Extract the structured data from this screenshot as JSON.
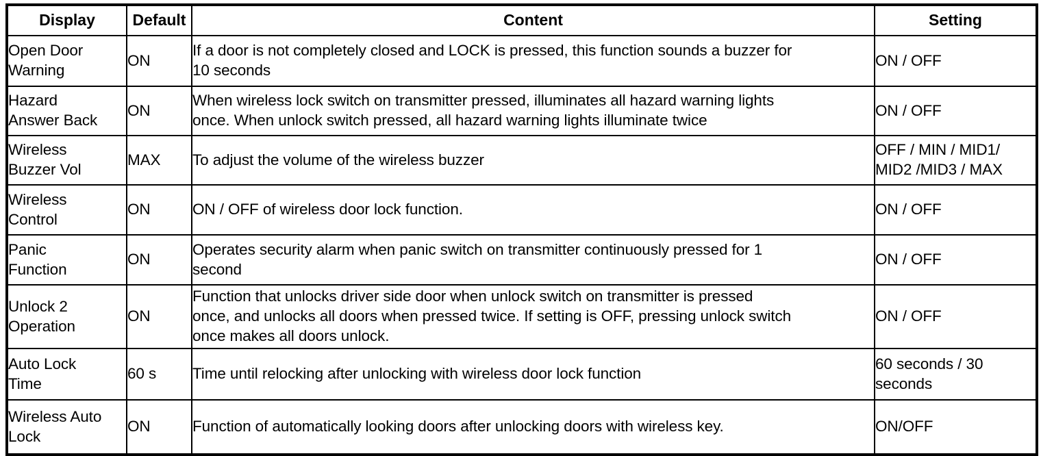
{
  "table": {
    "headers": {
      "display": "Display",
      "default": "Default",
      "content": "Content",
      "setting": "Setting"
    },
    "rows": [
      {
        "display_lines": [
          "Open Door",
          "Warning"
        ],
        "display": "Open Door Warning",
        "default": "ON",
        "content_lines": [
          "If a door is not completely closed and LOCK is pressed, this function sounds a buzzer for",
          "10 seconds"
        ],
        "content": "If a door is not completely closed and LOCK is pressed, this function sounds a buzzer for 10 seconds",
        "setting_lines": [
          "ON / OFF"
        ],
        "setting": "ON / OFF"
      },
      {
        "display_lines": [
          "Hazard",
          "Answer Back"
        ],
        "display": "Hazard Answer Back",
        "default": "ON",
        "content_lines": [
          "When wireless lock switch on transmitter pressed, illuminates all hazard warning lights",
          "once. When unlock switch pressed, all hazard warning lights illuminate twice"
        ],
        "content": "When wireless lock switch on transmitter pressed, illuminates all hazard warning lights once. When unlock switch pressed, all hazard warning lights illuminate twice",
        "setting_lines": [
          "ON / OFF"
        ],
        "setting": "ON / OFF"
      },
      {
        "display_lines": [
          "Wireless",
          "Buzzer Vol"
        ],
        "display": "Wireless Buzzer Vol",
        "default": "MAX",
        "content_lines": [
          "To adjust the volume of the wireless buzzer"
        ],
        "content": "To adjust the volume of the wireless buzzer",
        "setting_lines": [
          "OFF / MIN / MID1/",
          "MID2 /MID3 / MAX"
        ],
        "setting": "OFF / MIN / MID1/ MID2 /MID3 / MAX"
      },
      {
        "display_lines": [
          "Wireless",
          "Control"
        ],
        "display": "Wireless Control",
        "default": "ON",
        "content_lines": [
          "ON / OFF of wireless door lock function."
        ],
        "content": "ON / OFF of wireless door lock function.",
        "setting_lines": [
          "ON / OFF"
        ],
        "setting": "ON / OFF"
      },
      {
        "display_lines": [
          "Panic",
          "Function"
        ],
        "display": "Panic Function",
        "default": "ON",
        "content_lines": [
          "Operates security alarm when panic switch on transmitter continuously pressed for 1",
          "second"
        ],
        "content": "Operates security alarm when panic switch on transmitter continuously pressed for 1 second",
        "setting_lines": [
          "ON / OFF"
        ],
        "setting": "ON / OFF"
      },
      {
        "display_lines": [
          "Unlock 2",
          "Operation"
        ],
        "display": "Unlock 2 Operation",
        "default": "ON",
        "content_lines": [
          "Function that unlocks driver side door when unlock switch on transmitter is pressed",
          "once, and unlocks all doors when pressed twice. If setting is OFF, pressing unlock switch",
          "once makes all doors unlock."
        ],
        "content": "Function that unlocks driver side door when unlock switch on transmitter is pressed once, and unlocks all doors when pressed twice. If setting is OFF, pressing unlock switch once makes all doors unlock.",
        "setting_lines": [
          "ON / OFF"
        ],
        "setting": "ON / OFF"
      },
      {
        "display_lines": [
          "Auto Lock",
          "Time"
        ],
        "display": "Auto Lock Time",
        "default": "60 s",
        "content_lines": [
          "Time until relocking after unlocking with wireless door lock function"
        ],
        "content": "Time until relocking after unlocking with wireless door lock function",
        "setting_lines": [
          "60 seconds / 30",
          "seconds"
        ],
        "setting": "60 seconds / 30 seconds"
      },
      {
        "display_lines": [
          "Wireless Auto",
          "Lock"
        ],
        "display": "Wireless Auto Lock",
        "default": "ON",
        "content_lines": [
          "Function of automatically looking doors after unlocking doors with wireless key."
        ],
        "content": "Function of automatically looking doors after unlocking doors with wireless key.",
        "setting_lines": [
          "ON/OFF"
        ],
        "setting": "ON/OFF"
      }
    ]
  }
}
